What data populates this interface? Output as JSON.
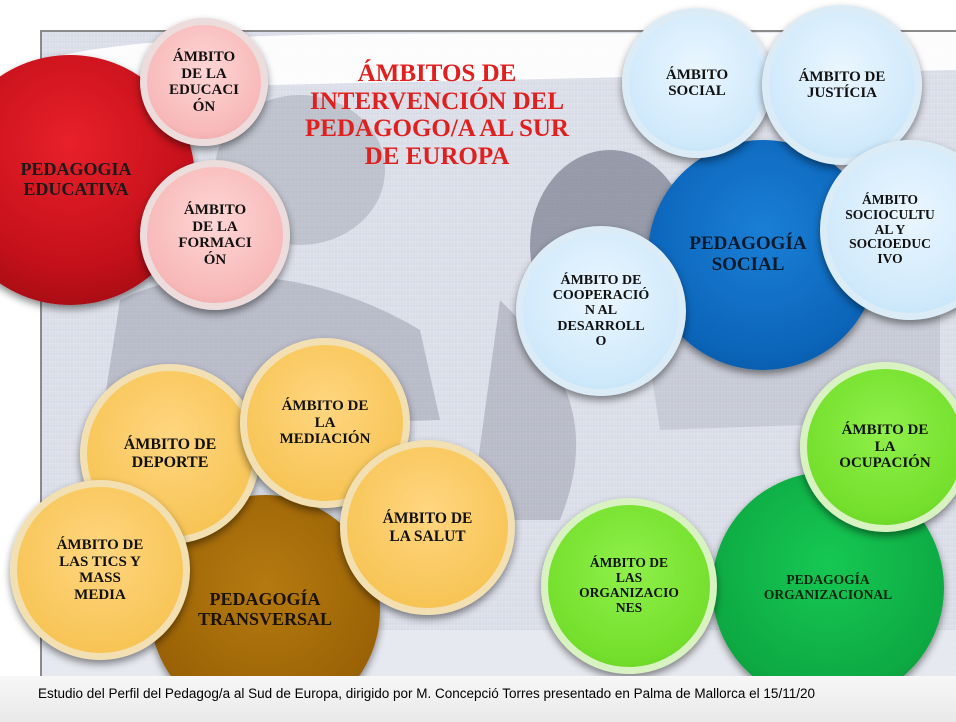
{
  "title": "ÁMBITOS DE\nINTERVENCIÓN DEL\nPEDAGOGO/A AL SUR\nDE EUROPA",
  "groups": {
    "educativa": {
      "name": "PEDAGOGIA\nEDUCATIVA",
      "color": "#c4101a",
      "ambitos": [
        "ÁMBITO\nDE LA\nEDUCACI\nÓN",
        "ÁMBITO\nDE LA\nFORMACI\nÓN"
      ]
    },
    "social": {
      "name": "PEDAGOGÍA\nSOCIAL",
      "color": "#0b64b8",
      "ambitos": [
        "ÁMBITO\nSOCIAL",
        "ÁMBITO DE\nJUSTÍCIA",
        "ÁMBITO\nSOCIOCULTU\nAL Y\nSOCIOEDUC\nIVO",
        "ÁMBITO DE\nCOOPERACIÓ\nN AL\nDESARROLL\nO"
      ]
    },
    "transversal": {
      "name": "PEDAGOGÍA\nTRANSVERSAL",
      "color": "#9a6206",
      "ambitos": [
        "ÁMBITO DE\nDEPORTE",
        "ÁMBITO DE\nLA\nMEDIACIÓN",
        "ÁMBITO DE\nLA SALUT",
        "ÁMBITO DE\nLAS TICS Y\nMASS\nMEDIA"
      ]
    },
    "organizacional": {
      "name": "PEDAGOGÍA\nORGANIZACIONAL",
      "color": "#0da842",
      "ambitos": [
        "ÁMBITO DE\nLA\nOCUPACIÓN",
        "ÁMBITO DE\nLAS\nORGANIZACIO\nNES"
      ]
    }
  },
  "footer": "Estudio del Perfil del Pedagog/a al Sud de Europa, dirigido por M. Concepció Torres presentado en Palma de Mallorca el 15/11/20"
}
